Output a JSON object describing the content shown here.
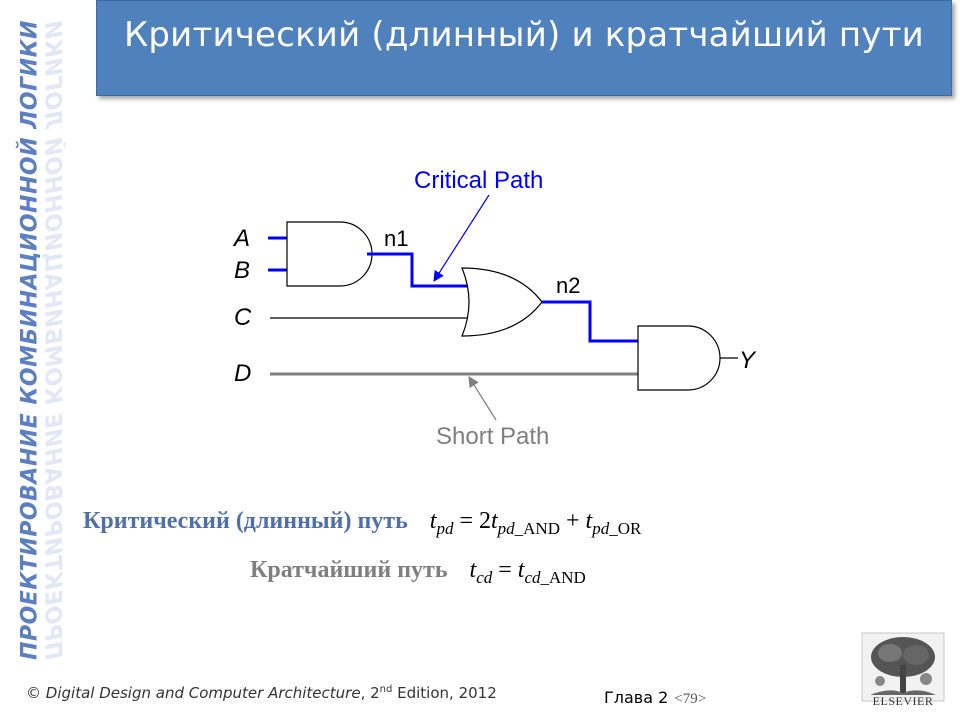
{
  "side_banner": "ПРОЕКТИРОВАНИЕ КОМБИНАЦИОННОЙ ЛОГИКИ",
  "title": "Критический (длинный) и кратчайший пути",
  "colors": {
    "title_bar": "#4f81bd",
    "side_text": "#5b7fc0",
    "critical_path": "#0000ff",
    "short_path": "#7f7f7f",
    "formula_label": "#4f6fa8"
  },
  "diagram": {
    "inputs": {
      "a": "A",
      "b": "B",
      "c": "C",
      "d": "D"
    },
    "nets": {
      "n1": "n1",
      "n2": "n2"
    },
    "output": "Y",
    "critical_label": "Critical Path",
    "short_label": "Short Path"
  },
  "formulas": {
    "critical": {
      "label": "Критический (длинный) путь",
      "t1": "t",
      "s1": "pd",
      "eq": " = 2",
      "t2": "t",
      "s2": "pd_AND",
      "plus": " + ",
      "t3": "t",
      "s3": "pd_OR"
    },
    "short": {
      "label": "Кратчайший путь",
      "t1": "t",
      "s1": "cd",
      "eq": " = ",
      "t2": "t",
      "s2": "cd_AND"
    }
  },
  "footer": {
    "copyright": "©",
    "book": "Digital Design and Computer Architecture",
    "edition_pre": ", 2",
    "edition_sup": "nd",
    "edition_post": " Edition, 2012",
    "chapter": "Глава 2",
    "page": "<79>"
  },
  "logo": {
    "text": "ELSEVIER",
    "icon": "elsevier-tree-icon"
  }
}
